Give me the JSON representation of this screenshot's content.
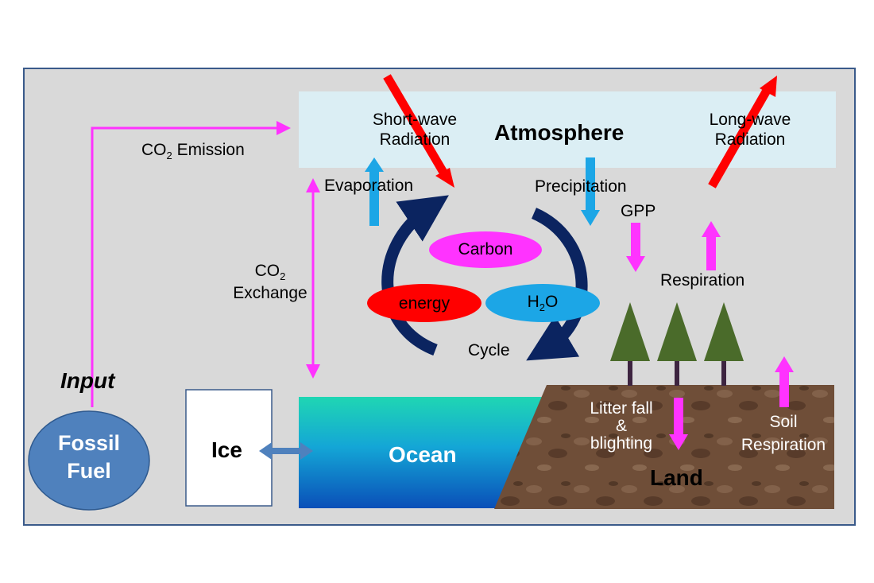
{
  "title": "Atmosphere",
  "labels": {
    "short_wave_1": "Short-wave",
    "short_wave_2": "Radiation",
    "long_wave_1": "Long-wave",
    "long_wave_2": "Radiation",
    "co2_emission_prefix": "CO",
    "co2_emission_sub": "2",
    "co2_emission_suffix": " Emission",
    "evaporation": "Evaporation",
    "precipitation": "Precipitation",
    "gpp": "GPP",
    "respiration": "Respiration",
    "co2_exchange_prefix": "CO",
    "co2_exchange_sub": "2",
    "co2_exchange_line2": "Exchange",
    "carbon": "Carbon",
    "energy": "energy",
    "h2o_prefix": "H",
    "h2o_sub": "2",
    "h2o_suffix": "O",
    "cycle": "Cycle",
    "input": "Input",
    "fossil_1": "Fossil",
    "fossil_2": "Fuel",
    "ice": "Ice",
    "ocean": "Ocean",
    "land": "Land",
    "litter_1": "Litter fall",
    "litter_2": "&",
    "litter_3": "blighting",
    "soil_1": "Soil",
    "soil_2": "Respiration"
  },
  "colors": {
    "panel": "#d9d9d9",
    "panel_border": "#3a5a8a",
    "atmosphere": "#dbeef4",
    "magenta": "#ff33ff",
    "red": "#ff0000",
    "cyan": "#1ca6e6",
    "navy": "#0b2460",
    "fossil": "#4f81bd",
    "tree": "#4a6b2a",
    "trunk": "#3d2440",
    "land": "#6b4a36"
  }
}
